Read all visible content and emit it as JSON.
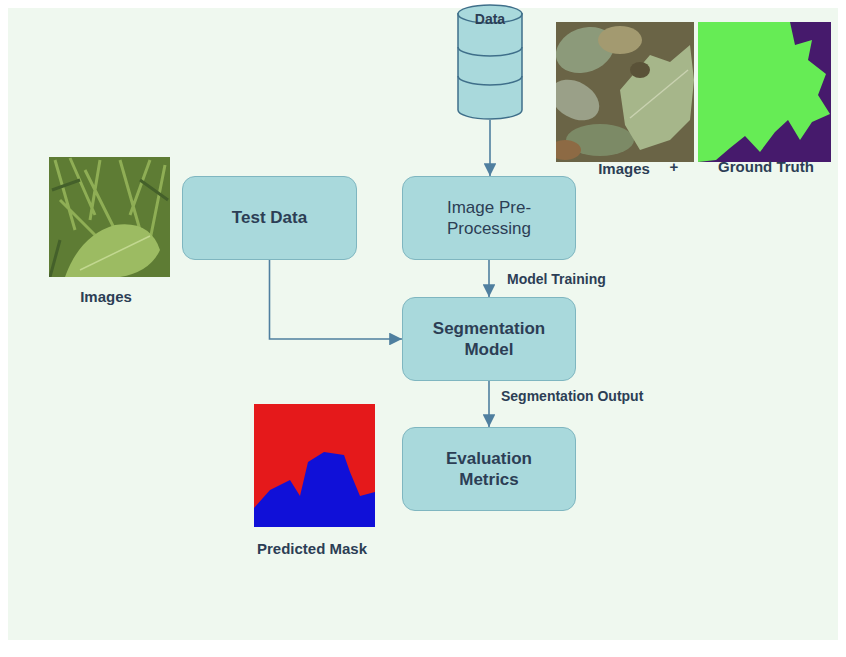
{
  "diagram": {
    "nodes": [
      {
        "text": [
          "Data"
        ]
      },
      {
        "text": [
          "Test Data"
        ]
      },
      {
        "text": [
          "Image Pre-Processing"
        ]
      },
      {
        "text": [
          "Segmentation Model"
        ]
      },
      {
        "text": [
          "Evaluation Metrics"
        ]
      }
    ],
    "edges": [
      {
        "from": 0,
        "to": 2,
        "arrow": "to"
      },
      {
        "from": 2,
        "to": 3,
        "label": "Model Training",
        "arrow": "to"
      },
      {
        "from": 1,
        "to": 3,
        "arrow": "to"
      },
      {
        "from": 3,
        "to": 4,
        "label": "Segmentation Output",
        "arrow": "to"
      }
    ],
    "labels": [
      "Images",
      "+",
      "Ground Truth",
      "Images",
      "Predicted Mask"
    ]
  }
}
